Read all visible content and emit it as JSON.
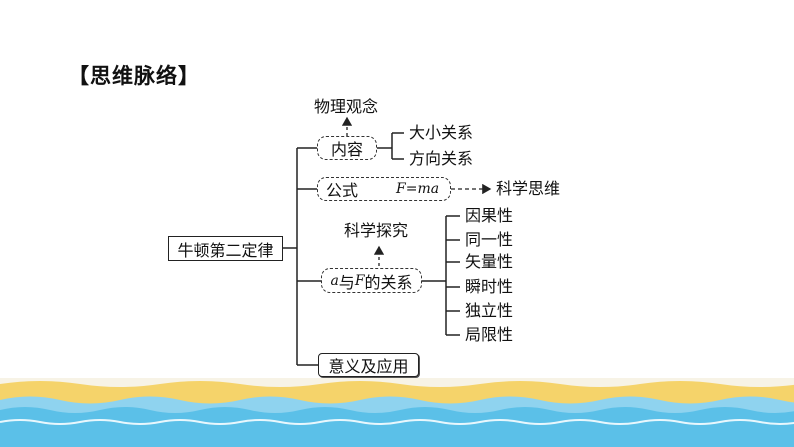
{
  "heading": "【思维脉络】",
  "root": "牛顿第二定律",
  "branches": {
    "content": {
      "label": "内容",
      "above": "物理观念",
      "items": [
        "大小关系",
        "方向关系"
      ]
    },
    "formula": {
      "label_cn": "公式",
      "formula_F": "F",
      "formula_eq": "=",
      "formula_ma": "ma",
      "result": "科学思维"
    },
    "relation": {
      "a": "a",
      "with": "与",
      "F": "F",
      "rest": "的关系",
      "above": "科学探究",
      "items": [
        "因果性",
        "同一性",
        "矢量性",
        "瞬时性",
        "独立性",
        "局限性"
      ]
    },
    "application": {
      "label": "意义及应用"
    }
  },
  "colors": {
    "line": "#222222",
    "footer_sand": "#f5d36a",
    "footer_water": "#5bc0e8"
  }
}
